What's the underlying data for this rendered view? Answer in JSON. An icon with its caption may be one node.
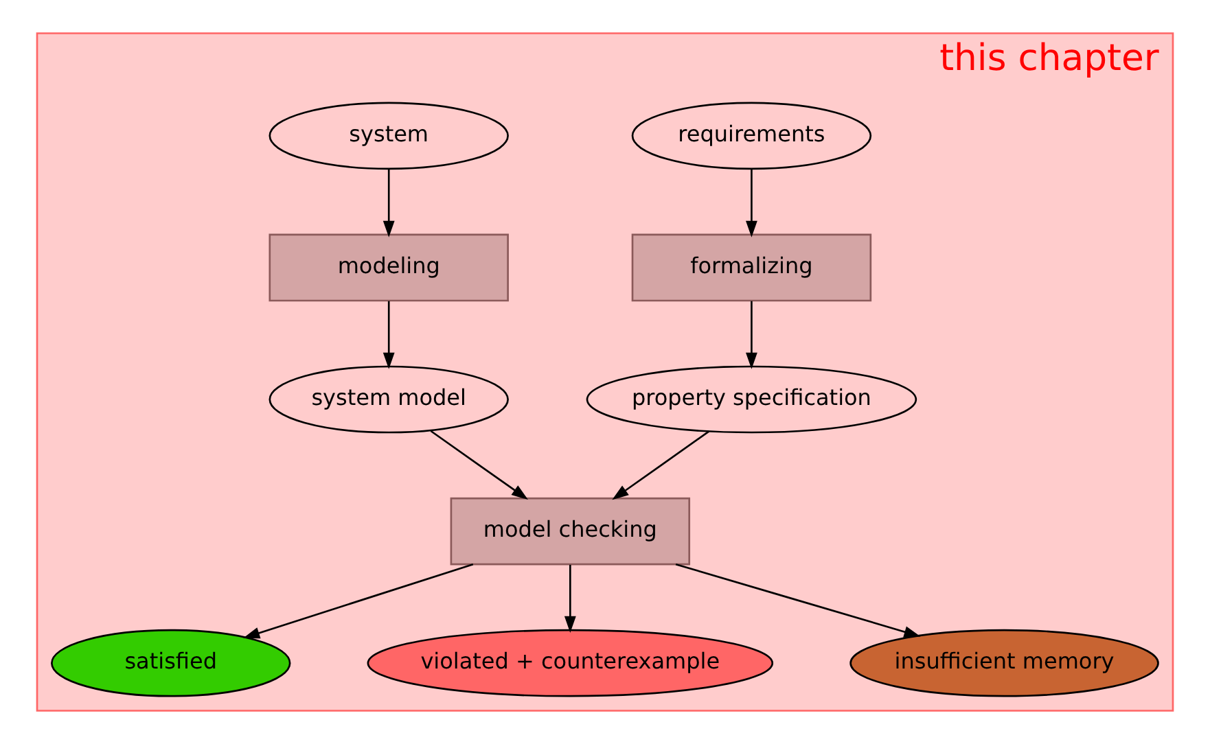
{
  "diagram": {
    "nodes": [
      {
        "text": [
          "this chapter"
        ]
      },
      {
        "text": [
          "requirements"
        ],
        "in": 0
      },
      {
        "text": [
          "system"
        ],
        "in": 0
      },
      {
        "text": [
          "formalizing"
        ],
        "in": 0
      },
      {
        "text": [
          "modeling"
        ],
        "in": 0
      },
      {
        "text": [
          "property specification"
        ],
        "in": 0
      },
      {
        "text": [
          "system model"
        ],
        "in": 0
      },
      {
        "text": [
          "model checking"
        ],
        "in": 0
      },
      {
        "text": [
          "satisfied"
        ],
        "in": 0
      },
      {
        "text": [
          "violated + counterexample"
        ],
        "in": 0
      },
      {
        "text": [
          "insufficient memory"
        ],
        "in": 0
      }
    ],
    "edges": [
      {
        "from": 1,
        "to": 3,
        "arrow": "to"
      },
      {
        "from": 3,
        "to": 5,
        "arrow": "to"
      },
      {
        "from": 2,
        "to": 4,
        "arrow": "to"
      },
      {
        "from": 4,
        "to": 6,
        "arrow": "to"
      },
      {
        "from": 5,
        "to": 7,
        "arrow": "to"
      },
      {
        "from": 6,
        "to": 7,
        "arrow": "to"
      },
      {
        "from": 7,
        "to": 8,
        "arrow": "to"
      },
      {
        "from": 7,
        "to": 10,
        "arrow": "to"
      },
      {
        "from": 7,
        "to": 9,
        "arrow": "to"
      }
    ]
  }
}
